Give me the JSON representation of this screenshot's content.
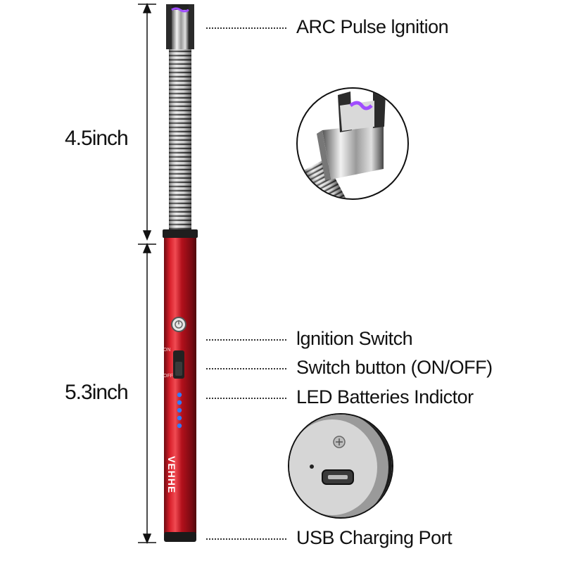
{
  "dimensions": {
    "upper": "4.5inch",
    "lower": "5.3inch"
  },
  "callouts": {
    "arc": "ARC Pulse lgnition",
    "ignition": "lgnition Switch",
    "switch": "Switch button (ON/OFF)",
    "led": "LED Batteries Indictor",
    "usb": "USB Charging Port"
  },
  "device": {
    "brand": "VEHHE",
    "switch_on": "ON",
    "switch_off": "OFF",
    "led_count": 5,
    "body_color": "#b3101b",
    "led_color": "#2f7bff",
    "arc_color": "#9b2fe0"
  }
}
